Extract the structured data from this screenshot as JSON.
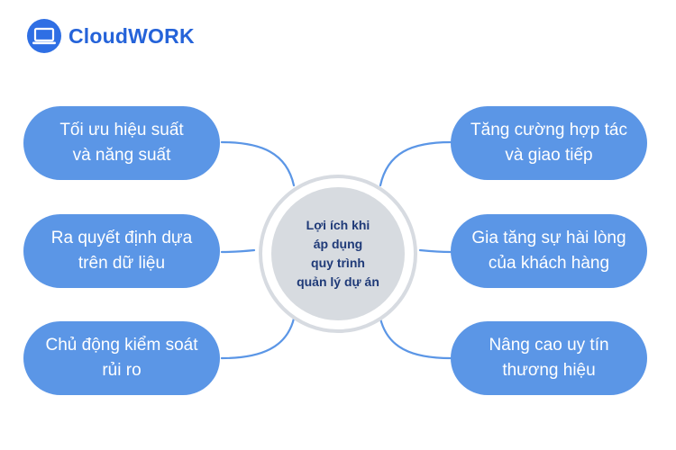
{
  "brand": {
    "name": "CloudWORK",
    "color": "#2563d9"
  },
  "center": {
    "text": "Lợi ích khi\náp dụng\nquy trình\nquản lý dự án"
  },
  "benefits_left": [
    {
      "text": "Tối ưu hiệu suất\nvà năng suất"
    },
    {
      "text": "Ra quyết định dựa\ntrên dữ liệu"
    },
    {
      "text": "Chủ động kiểm soát\nrủi ro"
    }
  ],
  "benefits_right": [
    {
      "text": "Tăng cường hợp tác\nvà giao tiếp"
    },
    {
      "text": "Gia tăng sự hài lòng\ncủa khách hàng"
    },
    {
      "text": "Nâng cao uy tín\nthương hiệu"
    }
  ],
  "colors": {
    "pill": "#5b96e6",
    "center": "#d7dbe0",
    "connector": "#5b96e6"
  }
}
